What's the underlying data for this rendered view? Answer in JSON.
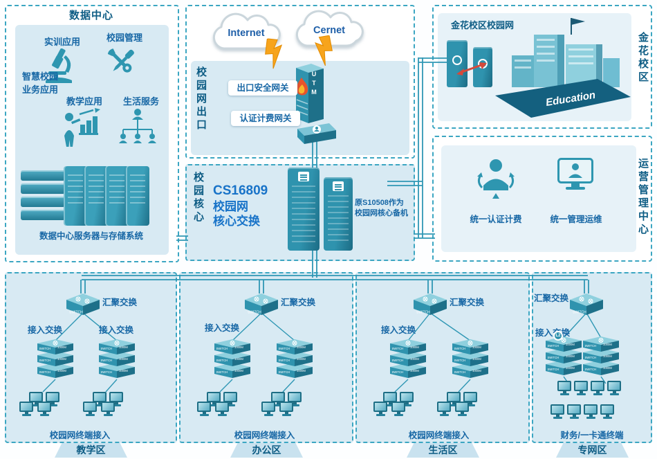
{
  "datacenter": {
    "title": "数据中心",
    "app_training": "实训应用",
    "app_management": "校园管理",
    "smart_line1": "智慧校园",
    "smart_line2": "业务应用",
    "app_teaching": "教学应用",
    "app_life": "生活服务",
    "caption": "数据中心服务器与存储系统"
  },
  "exit": {
    "side_title": "校园网出口",
    "cloud_internet": "Internet",
    "cloud_cernet": "Cernet",
    "gateway_security": "出口安全网关",
    "gateway_billing": "认证计费网关",
    "utm_label": "UTM"
  },
  "core": {
    "side_title": "校园核心",
    "model": "CS16809",
    "title_line2": "校园网",
    "title_line3": "核心交换",
    "backup_line1": "原S10508作为",
    "backup_line2": "校园网核心备机"
  },
  "jinhua": {
    "side_title": "金花校区",
    "network_label": "金花校区校园网",
    "building_text": "Education"
  },
  "ops": {
    "side_title": "运营管理中心",
    "auth_label": "统一认证计费",
    "mgmt_label": "统一管理运维"
  },
  "zones": [
    {
      "name": "教学区",
      "agg_label": "汇聚交换",
      "access_label_left": "接入交换",
      "access_label_right": "接入交换",
      "caption": "校园网终端接入"
    },
    {
      "name": "办公区",
      "agg_label": "汇聚交换",
      "access_label_left": "接入交换",
      "caption": "校园网终端接入"
    },
    {
      "name": "生活区",
      "agg_label": "汇聚交换",
      "access_label_left": "接入交换",
      "caption": "校园网终端接入"
    },
    {
      "name": "专网区",
      "agg_label": "汇聚交换",
      "access_label_left": "接入交换",
      "caption": "财务/一卡通终端"
    }
  ],
  "devices": {
    "switch_label": "SWITCH",
    "speed_label": "1000M",
    "l2_label": "L2"
  }
}
